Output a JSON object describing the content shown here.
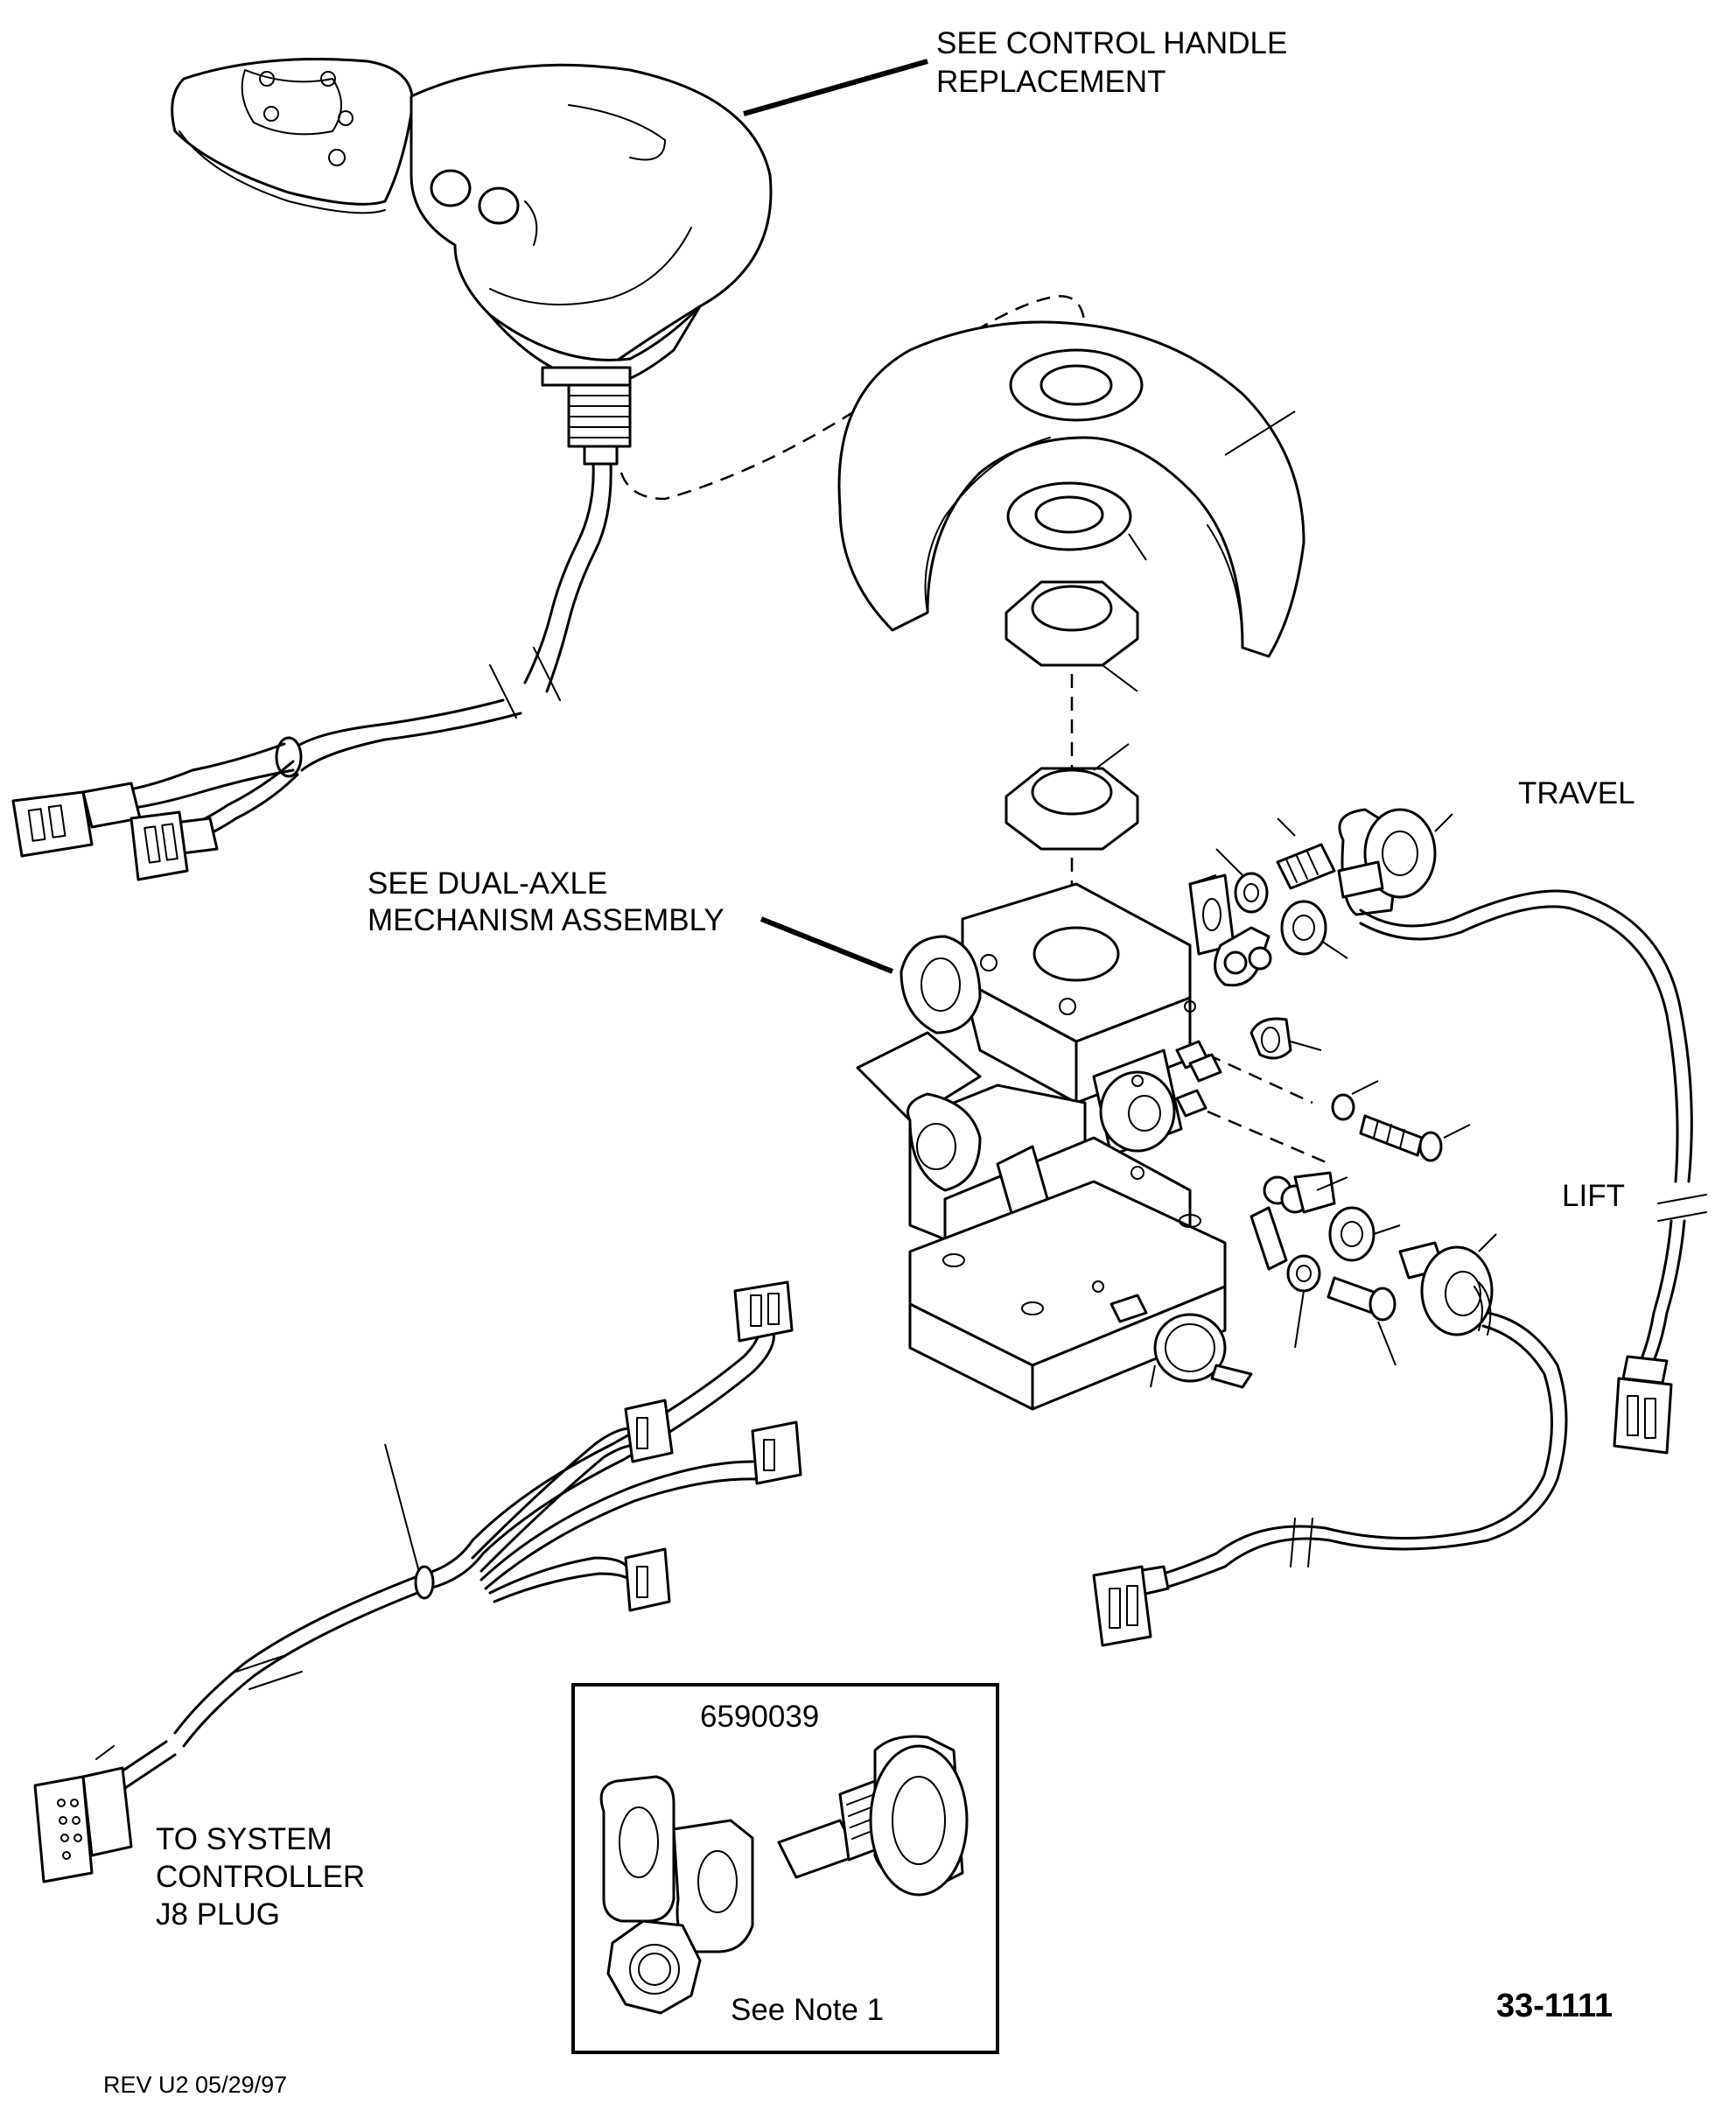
{
  "callouts": {
    "control_handle": [
      "SEE CONTROL HANDLE",
      "REPLACEMENT"
    ],
    "mechanism": [
      "SEE DUAL-AXLE",
      "MECHANISM ASSEMBLY"
    ],
    "travel": "TRAVEL",
    "lift": "LIFT",
    "system_controller": [
      "TO SYSTEM",
      "CONTROLLER",
      "J8 PLUG"
    ]
  },
  "inset": {
    "part_number": "6590039",
    "note": "See Note 1"
  },
  "figure_number": "33-1111",
  "revision": "REV U2 05/29/97"
}
